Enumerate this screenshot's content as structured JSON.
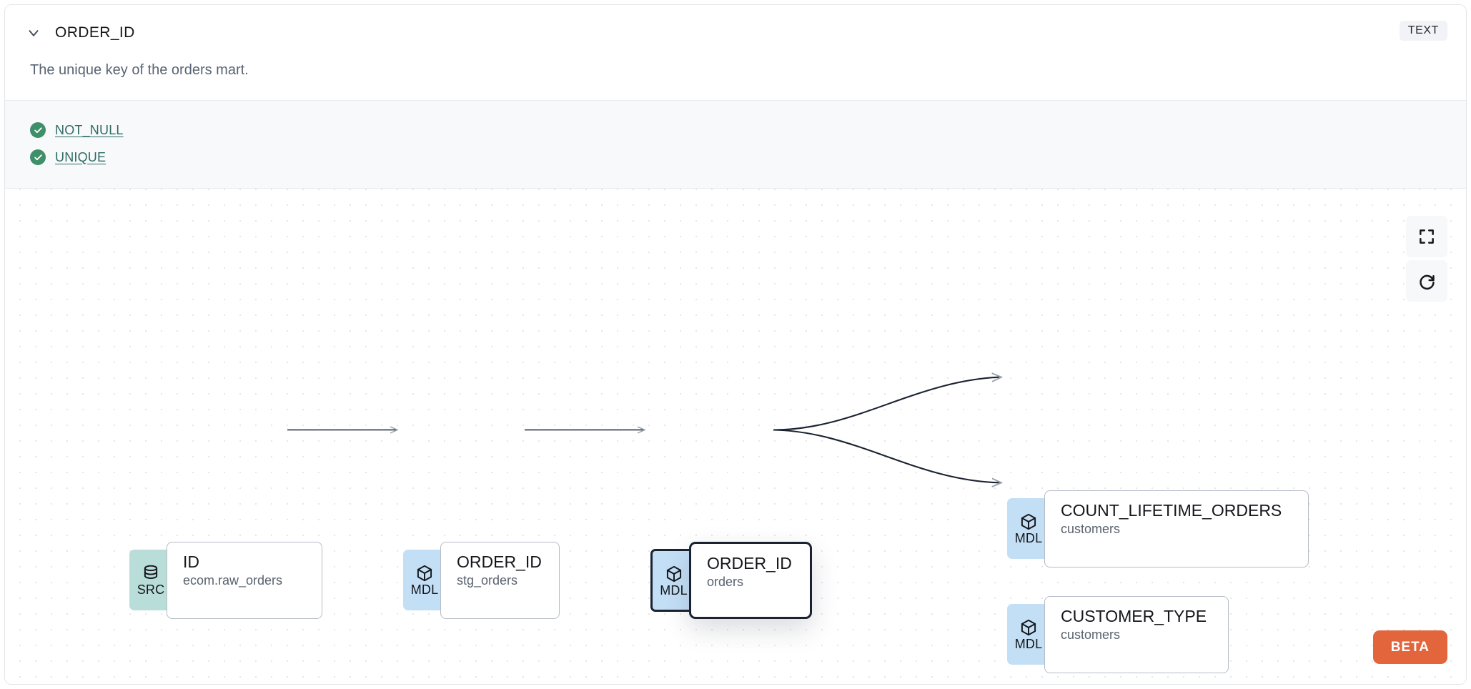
{
  "header": {
    "title": "ORDER_ID",
    "chevron_icon": "chevron-down-icon",
    "type_badge": "TEXT",
    "description": "The unique key of the orders mart."
  },
  "tests": [
    {
      "label": "NOT_NULL",
      "status": "passed",
      "status_icon": "check-circle-icon",
      "status_color": "#3f8f6b"
    },
    {
      "label": "UNIQUE",
      "status": "passed",
      "status_icon": "check-circle-icon",
      "status_color": "#3f8f6b"
    }
  ],
  "lineage": {
    "nodes": [
      {
        "id": "src",
        "badge": "SRC",
        "badge_icon": "database-icon",
        "badge_color": "#b9ddd9",
        "name": "ID",
        "parent": "ecom.raw_orders",
        "selected": false
      },
      {
        "id": "stg",
        "badge": "MDL",
        "badge_icon": "cube-icon",
        "badge_color": "#c3dff6",
        "name": "ORDER_ID",
        "parent": "stg_orders",
        "selected": false
      },
      {
        "id": "orders",
        "badge": "MDL",
        "badge_icon": "cube-icon",
        "badge_color": "#c3dff6",
        "name": "ORDER_ID",
        "parent": "orders",
        "selected": true
      },
      {
        "id": "count",
        "badge": "MDL",
        "badge_icon": "cube-icon",
        "badge_color": "#c3dff6",
        "name": "COUNT_LIFETIME_ORDERS",
        "parent": "customers",
        "selected": false
      },
      {
        "id": "ctype",
        "badge": "MDL",
        "badge_icon": "cube-icon",
        "badge_color": "#c3dff6",
        "name": "CUSTOMER_TYPE",
        "parent": "customers",
        "selected": false
      }
    ],
    "edges": [
      {
        "from": "src",
        "to": "stg"
      },
      {
        "from": "stg",
        "to": "orders"
      },
      {
        "from": "orders",
        "to": "count"
      },
      {
        "from": "orders",
        "to": "ctype"
      }
    ]
  },
  "controls": {
    "fit_view_icon": "fullscreen-icon",
    "refresh_icon": "refresh-icon"
  },
  "beta_badge": "BETA"
}
